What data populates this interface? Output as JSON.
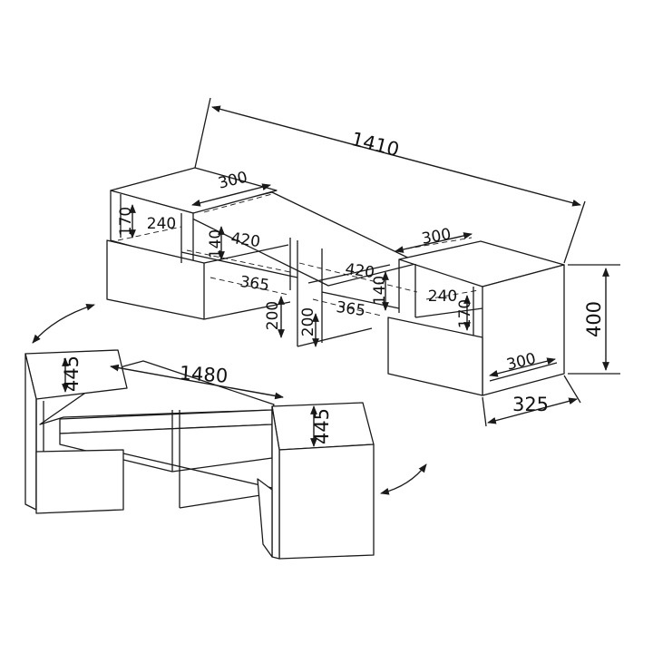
{
  "dimensions": {
    "overall_width_compact": "1410",
    "overall_width_extended": "1480",
    "height": "400",
    "depth": "325",
    "top_panel_left": "300",
    "top_panel_right": "300",
    "bottom_drawer_right": "300",
    "side_shelf_height_left": "170",
    "side_shelf_height_right": "170",
    "side_shelf_depth_left": "240",
    "side_shelf_depth_right": "240",
    "center_shelf_height_left": "140",
    "center_shelf_height_right": "140",
    "center_shelf_width_left": "420",
    "center_shelf_width_right": "420",
    "lower_shelf_width_left": "365",
    "lower_shelf_width_right": "365",
    "leg_height_left": "200",
    "leg_height_right": "200",
    "rotated_depth_left": "445",
    "rotated_depth_right": "445"
  },
  "colors": {
    "line": "#1a1a1a",
    "background": "#ffffff"
  }
}
